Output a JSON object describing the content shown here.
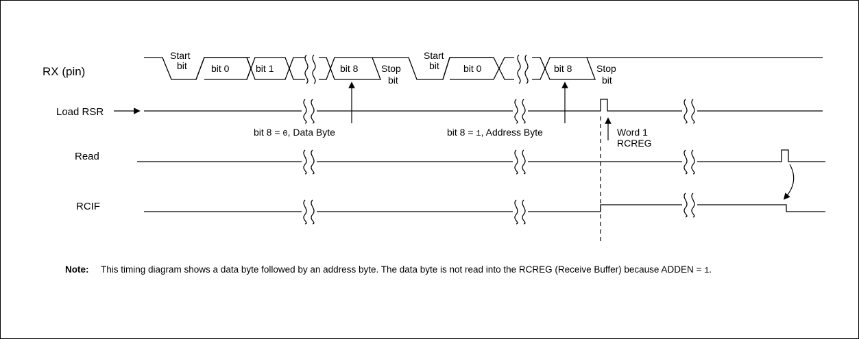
{
  "signals": {
    "rx": "RX (pin)",
    "load_rsr": "Load RSR",
    "read": "Read",
    "rcif": "RCIF"
  },
  "rx_fields": {
    "start1_a": "Start",
    "start1_b": "bit",
    "bit0_1": "bit 0",
    "bit1_1": "bit 1",
    "bit8_1": "bit 8",
    "stop1_a": "Stop",
    "stop1_b": "bit",
    "start2_a": "Start",
    "start2_b": "bit",
    "bit0_2": "bit 0",
    "bit8_2": "bit 8",
    "stop2_a": "Stop",
    "stop2_b": "bit"
  },
  "annotations": {
    "data_byte_prefix": "bit 8 = ",
    "data_byte_value": "0",
    "data_byte_suffix": ", Data Byte",
    "address_byte_prefix": "bit 8 = ",
    "address_byte_value": "1",
    "address_byte_suffix": ", Address Byte",
    "word1": "Word 1",
    "rcreg": "RCREG"
  },
  "note": {
    "label": "Note:",
    "text_part1": "This timing diagram shows a data byte followed by an address byte. The data byte is not read into the RCREG (Receive Buffer) because ADDEN = ",
    "text_code": "1",
    "text_part2": "."
  }
}
